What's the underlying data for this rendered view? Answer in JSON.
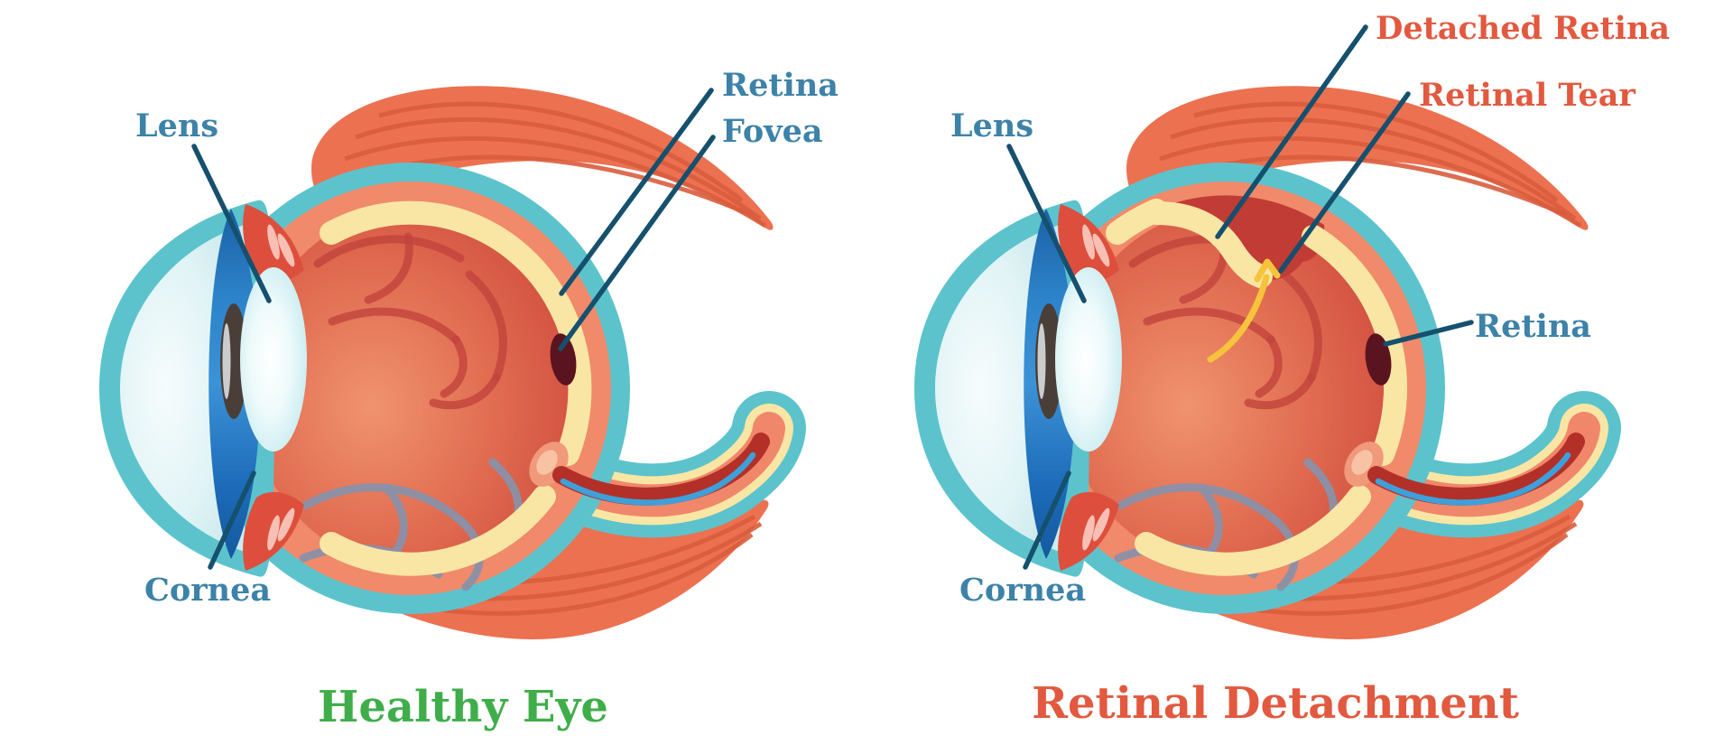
{
  "healthy": {
    "title": "Healthy Eye",
    "labels": {
      "lens": "Lens",
      "cornea": "Cornea",
      "retina": "Retina",
      "fovea": "Fovea"
    }
  },
  "detachment": {
    "title": "Retinal Detachment",
    "labels": {
      "lens": "Lens",
      "cornea": "Cornea",
      "detached_retina": "Detached Retina",
      "retinal_tear": "Retinal Tear",
      "retina": "Retina"
    }
  },
  "icons": {
    "detachment_arrow": "curved-up-arrow"
  },
  "colors": {
    "label_blue": "#3d82a8",
    "leader_navy": "#15506e",
    "title_green": "#3fae4a",
    "accent_red": "#e2593f",
    "sclera_teal": "#5cc3cc",
    "choroid_salmon": "#f08a6a",
    "retina_yellow": "#f9e6a4",
    "vitreous_red": "#d9543f",
    "subretinal_dark_red": "#c13c34",
    "vessel_red": "#c2433c",
    "vessel_grey": "#8a90a9",
    "muscle_orange": "#ec7150",
    "iris_blue": "#2c83c9",
    "fovea_maroon": "#5a1420",
    "optic_nerve_core": "#b23028",
    "optic_nerve_vessel_blue": "#3da0da",
    "arrow_yellow": "#f6c33c"
  }
}
